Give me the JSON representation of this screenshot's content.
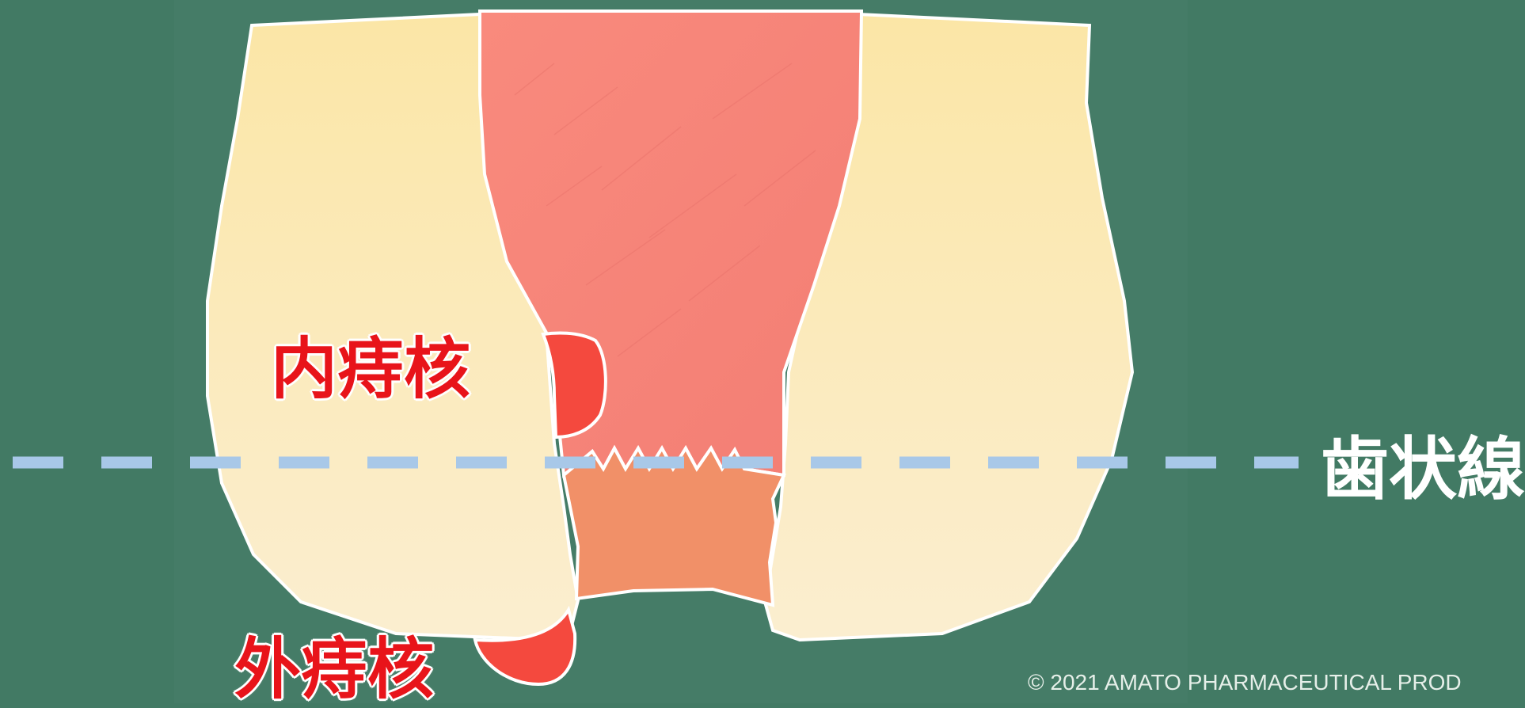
{
  "labels": {
    "internal_hemorrhoid": "内痔核",
    "external_hemorrhoid": "外痔核",
    "dentate_line": "歯状線"
  },
  "copyright": "© 2021 AMATO PHARMACEUTICAL PROD",
  "colors": {
    "background": "#427a64",
    "tissue": "#fbe8b4",
    "rectum": "#f5847a",
    "anal_canal": "#f19068",
    "hemorrhoid": "#f4493e",
    "dentate_line": "#a8c8e8",
    "label_red": "#e8141a"
  }
}
